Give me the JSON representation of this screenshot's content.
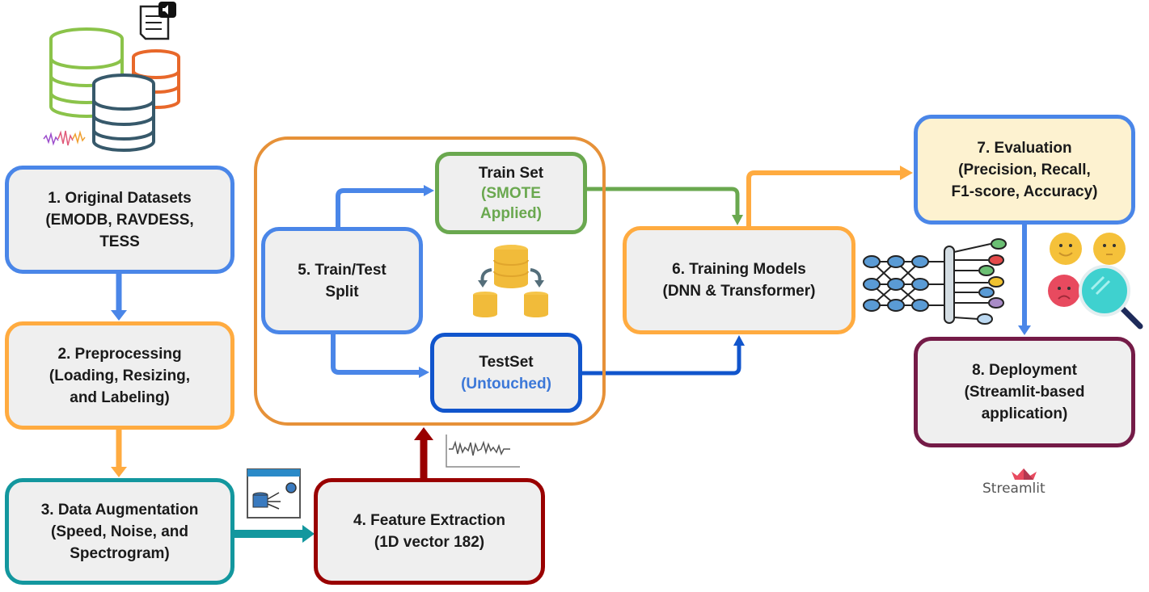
{
  "diagram": {
    "title": "Speech emotion recognition pipeline",
    "steps": [
      {
        "id": 1,
        "lines": [
          "1.  Original Datasets",
          "(EMODB, RAVDESS,",
          "TESS"
        ],
        "color": "#4a86e8"
      },
      {
        "id": 2,
        "lines": [
          "2.  Preprocessing",
          "(Loading, Resizing,",
          "and Labeling)"
        ],
        "color": "#ffab40"
      },
      {
        "id": 3,
        "lines": [
          "3.  Data Augmentation",
          "(Speed, Noise, and",
          "Spectrogram)"
        ],
        "color": "#13979e"
      },
      {
        "id": 4,
        "lines": [
          "4.  Feature Extraction",
          "(1D vector 182)"
        ],
        "color": "#990000"
      },
      {
        "id": 5,
        "lines": [
          "5. Train/Test",
          "Split"
        ],
        "color": "#4a86e8"
      },
      {
        "id": 6,
        "lines": [
          "6.  Training Models",
          "(DNN & Transformer)"
        ],
        "color": "#ffab40"
      },
      {
        "id": 7,
        "lines": [
          "7.  Evaluation",
          "(Precision, Recall,",
          "F1-score, Accuracy)"
        ],
        "color": "#4a86e8"
      },
      {
        "id": 8,
        "lines": [
          "8.  Deployment",
          "(Streamlit-based",
          "application)"
        ],
        "color": "#741b47"
      }
    ],
    "train_set": {
      "title": "Train Set",
      "sub_lines": [
        "(SMOTE",
        "Applied)"
      ],
      "color": "#6aa84f"
    },
    "test_set": {
      "title": "TestSet",
      "sub": "(Untouched)",
      "color": "#1155cc"
    },
    "split_group_color": "#e69138",
    "streamlit_label": "Streamlit",
    "edges": [
      {
        "from": "1",
        "to": "2"
      },
      {
        "from": "2",
        "to": "3"
      },
      {
        "from": "3",
        "to": "4"
      },
      {
        "from": "4",
        "to": "5-group"
      },
      {
        "from": "5",
        "to": "train_set"
      },
      {
        "from": "5",
        "to": "test_set"
      },
      {
        "from": "train_set",
        "to": "6"
      },
      {
        "from": "test_set",
        "to": "6"
      },
      {
        "from": "6",
        "to": "7"
      },
      {
        "from": "7",
        "to": "8"
      }
    ],
    "icons": [
      "database-stack-icon",
      "audio-document-icon",
      "waveform-icon",
      "data-processing-icon",
      "signal-plot-icon",
      "database-split-icon",
      "neural-network-icon",
      "emotion-faces-icon",
      "magnifier-icon",
      "streamlit-logo-icon"
    ]
  }
}
